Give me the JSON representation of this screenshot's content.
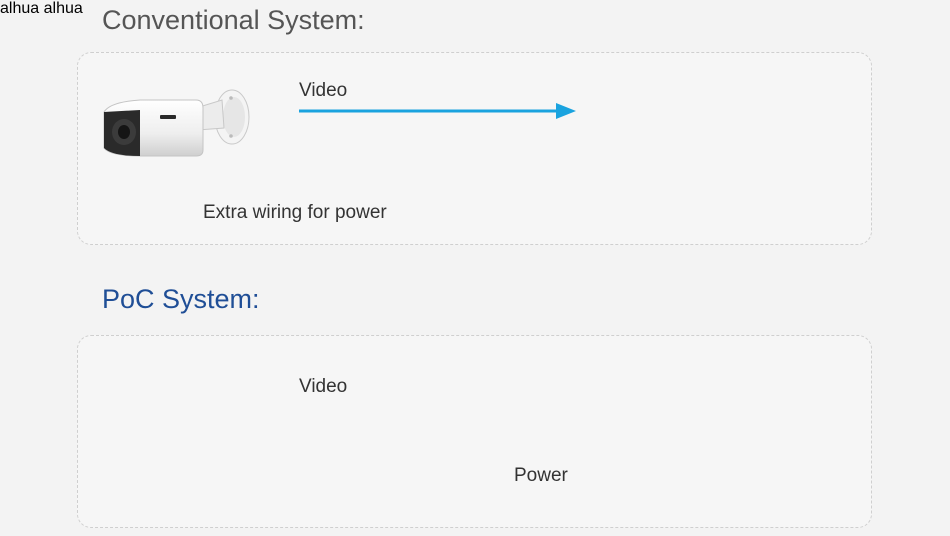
{
  "sections": {
    "conventional": {
      "title": "Conventional System:",
      "video_label": "Video",
      "power_label": "Extra wiring for power"
    },
    "poc": {
      "title": "PoC System:",
      "video_label": "Video",
      "power_label": "Power"
    }
  },
  "device_brand": "alhua",
  "colors": {
    "video_arrow": "#1aa3df",
    "power_arrow": "#1f4e96",
    "poc_title": "#1f4e96",
    "conventional_title": "#555555",
    "device_body": "#2b2e33"
  },
  "icons": [
    "camera-icon",
    "nvr-icon",
    "power-plug-icon",
    "bnc-cable-icon"
  ]
}
